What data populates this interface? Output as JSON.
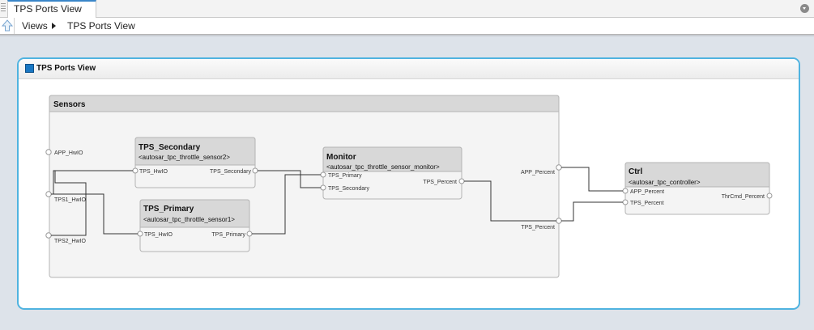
{
  "tab": {
    "title": "TPS Ports View"
  },
  "breadcrumb": {
    "root": "Views",
    "current": "TPS Ports View"
  },
  "view": {
    "title": "TPS Ports View"
  },
  "composition": {
    "name": "Sensors",
    "ports": {
      "app": "APP_HwIO",
      "tps1": "TPS1_HwIO",
      "tps2": "TPS2_HwIO",
      "app_out": "APP_Percent",
      "tps_out": "TPS_Percent"
    }
  },
  "components": {
    "secondary": {
      "name": "TPS_Secondary",
      "type": "<autosar_tpc_throttle_sensor2>",
      "in": "TPS_HwIO",
      "out": "TPS_Secondary"
    },
    "primary": {
      "name": "TPS_Primary",
      "type": "<autosar_tpc_throttle_sensor1>",
      "in": "TPS_HwIO",
      "out": "TPS_Primary"
    },
    "monitor": {
      "name": "Monitor",
      "type": "<autosar_tpc_throttle_sensor_monitor>",
      "in1": "TPS_Primary",
      "in2": "TPS_Secondary",
      "out": "TPS_Percent"
    },
    "ctrl": {
      "name": "Ctrl",
      "type": "<autosar_tpc_controller>",
      "in1": "APP_Percent",
      "in2": "TPS_Percent",
      "out": "ThrCmd_Percent"
    }
  }
}
